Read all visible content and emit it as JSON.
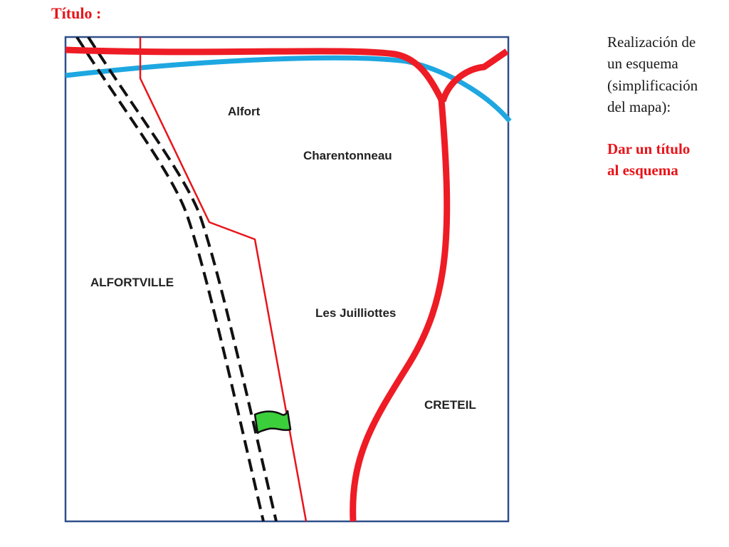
{
  "title_label": "Título :",
  "side_panel": {
    "description_lines": [
      "Realización de",
      "un esquema",
      "(simplificación",
      "del mapa):"
    ],
    "task_lines": [
      "Dar un título",
      "al esquema"
    ]
  },
  "map": {
    "places": {
      "alfort": "Alfort",
      "charentonneau": "Charentonneau",
      "alfortville": "ALFORTVILLE",
      "juilliottes": "Les Juilliottes",
      "creteil": "CRETEIL"
    },
    "colors": {
      "frame": "#2f4f8a",
      "road_major": "#ee1c25",
      "road_minor": "#e8141a",
      "river": "#1ea7e1",
      "railway": "#111111",
      "flag": "#3ccf3c",
      "label_text": "#222222"
    },
    "icons": {
      "marker": "flag-icon"
    }
  }
}
